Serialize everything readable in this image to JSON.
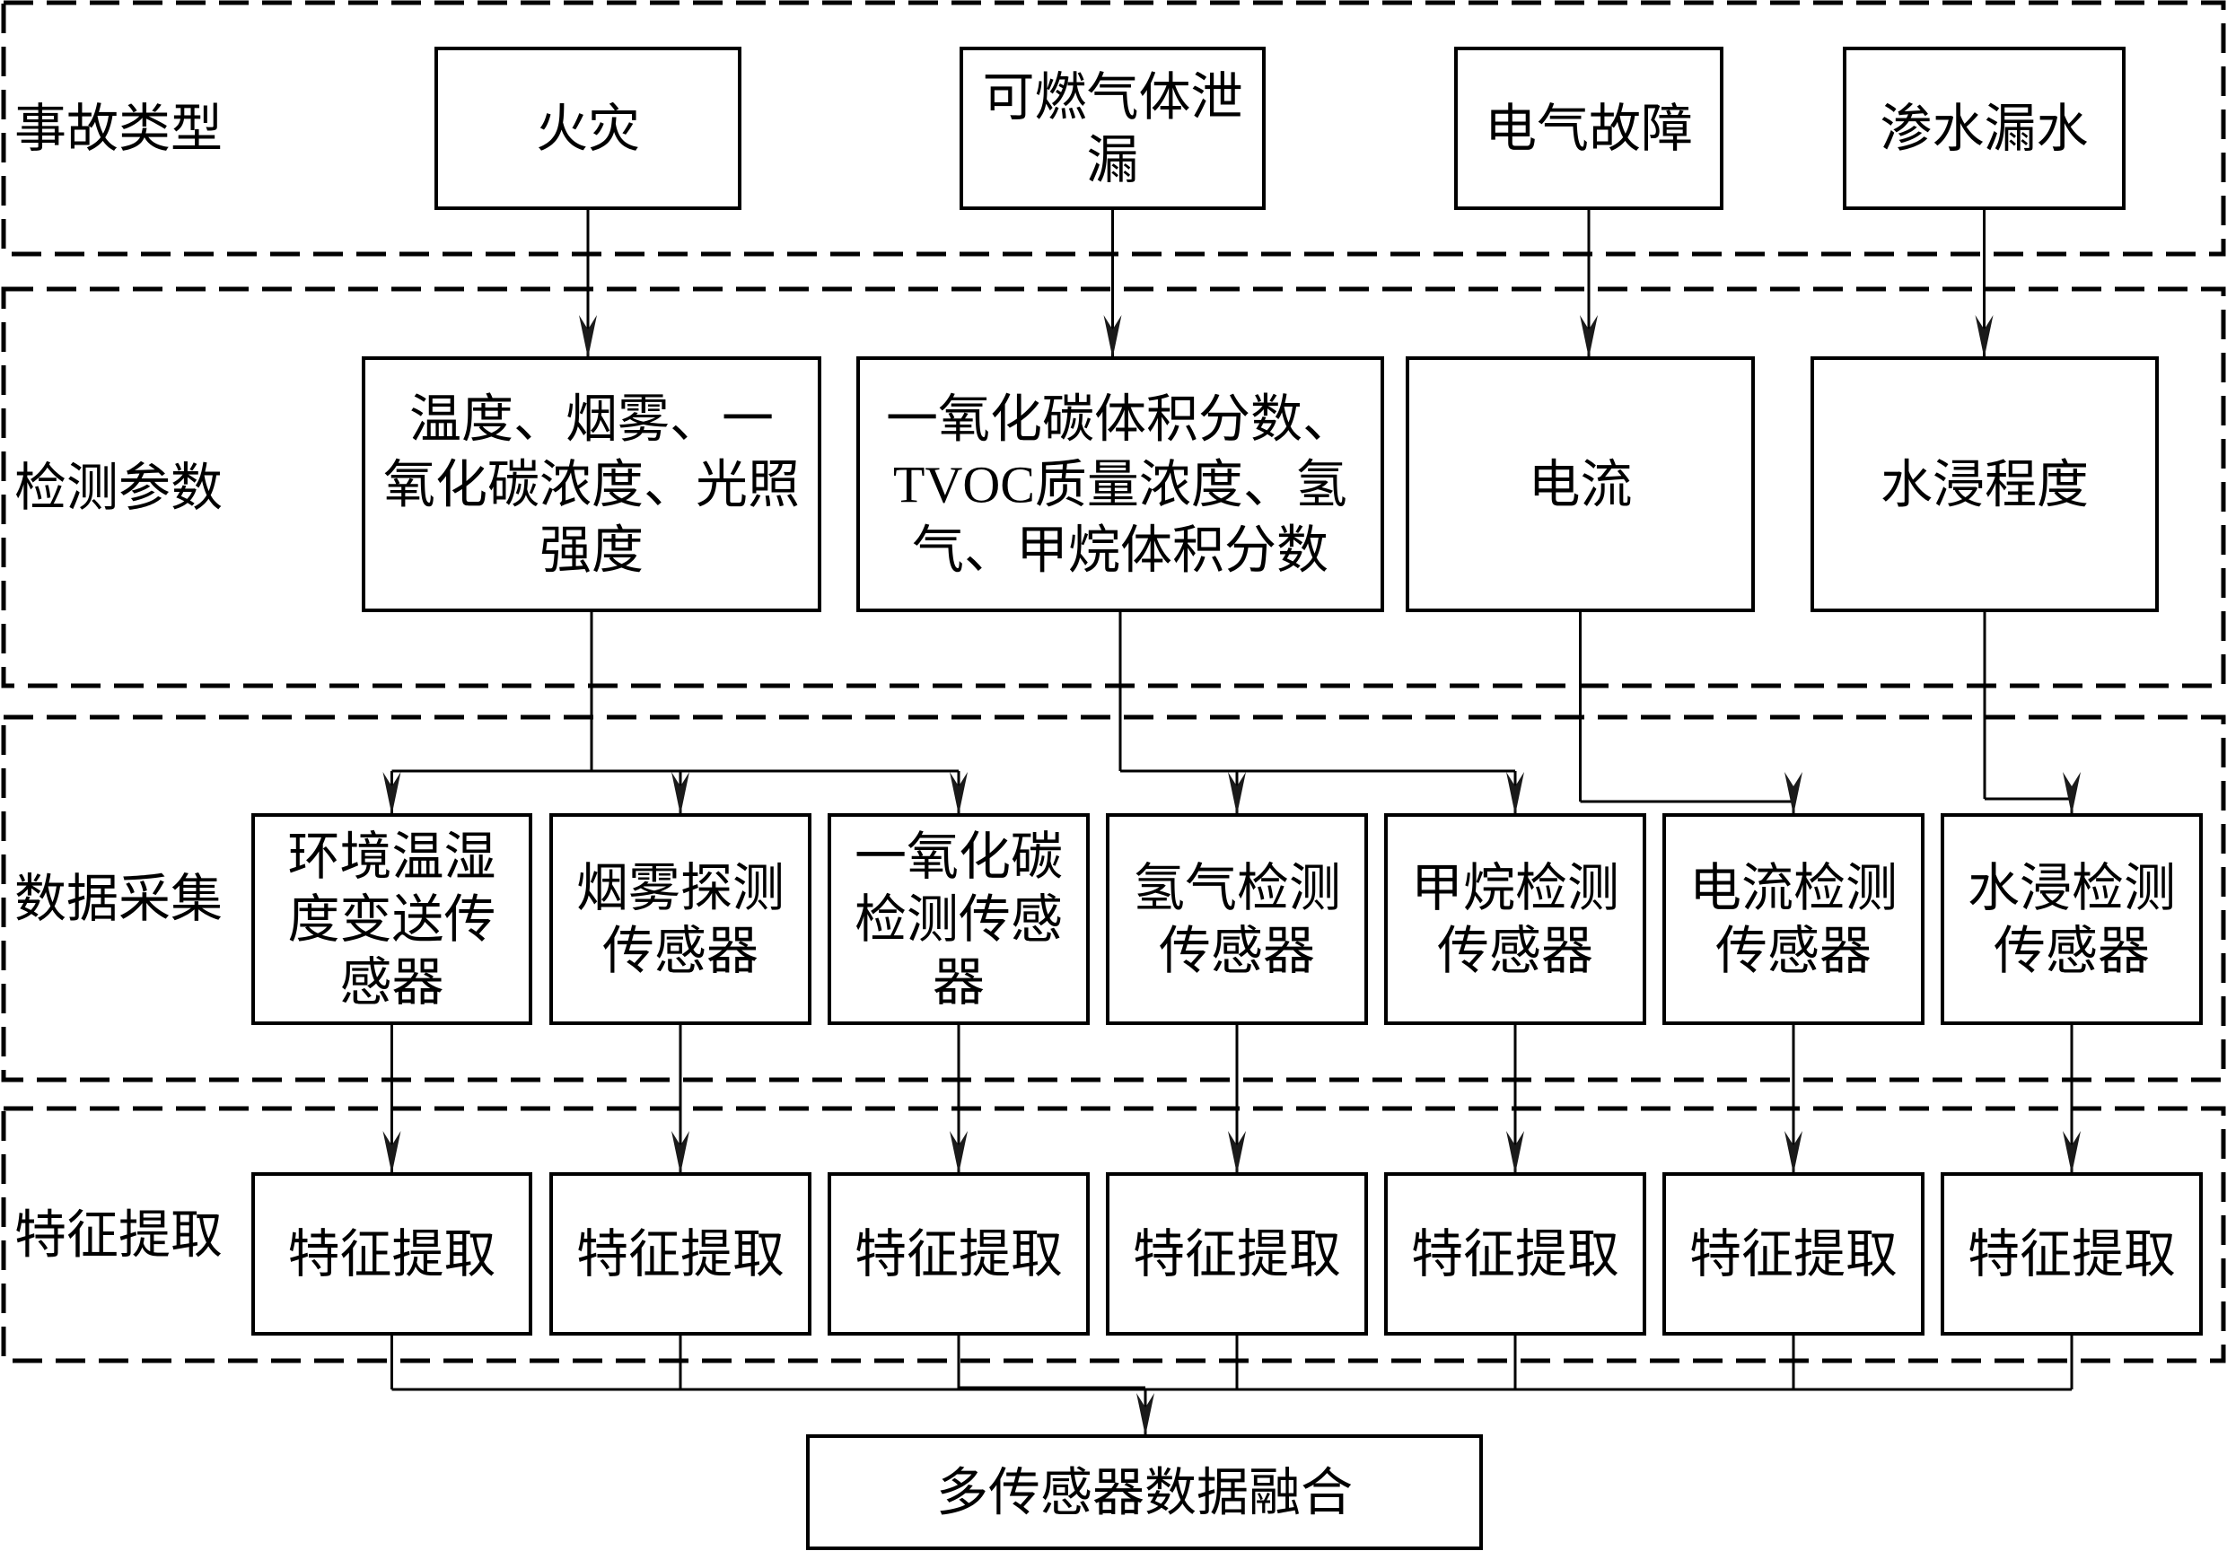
{
  "diagram": {
    "sections": [
      {
        "id": "accident-types",
        "label": "事故类型"
      },
      {
        "id": "detection-parameters",
        "label": "检测参数"
      },
      {
        "id": "data-collection",
        "label": "数据采集"
      },
      {
        "id": "feature-extraction",
        "label": "特征提取"
      }
    ],
    "accident_types": [
      {
        "id": "fire",
        "lines": [
          "火灾"
        ]
      },
      {
        "id": "gas-leak",
        "lines": [
          "可燃气体泄",
          "漏"
        ]
      },
      {
        "id": "electrical-fault",
        "lines": [
          "电气故障"
        ]
      },
      {
        "id": "water-leak",
        "lines": [
          "渗水漏水"
        ]
      }
    ],
    "parameters": [
      {
        "id": "fire-params",
        "lines": [
          "温度、烟雾、一",
          "氧化碳浓度、光照",
          "强度"
        ]
      },
      {
        "id": "gas-params",
        "lines": [
          "一氧化碳体积分数、",
          "TVOC质量浓度、氢",
          "气、甲烷体积分数"
        ]
      },
      {
        "id": "current-param",
        "lines": [
          "电流"
        ]
      },
      {
        "id": "water-param",
        "lines": [
          "水浸程度"
        ]
      }
    ],
    "sensors": [
      {
        "id": "temp-humidity-sensor",
        "lines": [
          "环境温湿",
          "度变送传",
          "感器"
        ]
      },
      {
        "id": "smoke-sensor",
        "lines": [
          "烟雾探测",
          "传感器"
        ]
      },
      {
        "id": "co-sensor",
        "lines": [
          "一氧化碳",
          "检测传感",
          "器"
        ]
      },
      {
        "id": "hydrogen-sensor",
        "lines": [
          "氢气检测",
          "传感器"
        ]
      },
      {
        "id": "methane-sensor",
        "lines": [
          "甲烷检测",
          "传感器"
        ]
      },
      {
        "id": "current-sensor",
        "lines": [
          "电流检测",
          "传感器"
        ]
      },
      {
        "id": "water-sensor",
        "lines": [
          "水浸检测",
          "传感器"
        ]
      }
    ],
    "features": [
      {
        "lines": [
          "特征提取"
        ]
      },
      {
        "lines": [
          "特征提取"
        ]
      },
      {
        "lines": [
          "特征提取"
        ]
      },
      {
        "lines": [
          "特征提取"
        ]
      },
      {
        "lines": [
          "特征提取"
        ]
      },
      {
        "lines": [
          "特征提取"
        ]
      },
      {
        "lines": [
          "特征提取"
        ]
      }
    ],
    "fusion": {
      "lines": [
        "多传感器数据融合"
      ]
    },
    "connections": {
      "accident_to_parameter": [
        [
          0,
          0
        ],
        [
          1,
          1
        ],
        [
          2,
          2
        ],
        [
          3,
          3
        ]
      ],
      "parameter_to_sensors": [
        [
          0,
          [
            0,
            1,
            2
          ]
        ],
        [
          1,
          [
            3,
            4
          ]
        ],
        [
          2,
          [
            5
          ]
        ],
        [
          3,
          [
            6
          ]
        ]
      ],
      "sensor_to_feature": [
        [
          0,
          0
        ],
        [
          1,
          1
        ],
        [
          2,
          2
        ],
        [
          3,
          3
        ],
        [
          4,
          4
        ],
        [
          5,
          5
        ],
        [
          6,
          6
        ]
      ],
      "features_to_fusion": [
        0,
        1,
        2,
        3,
        4,
        5,
        6
      ]
    }
  }
}
